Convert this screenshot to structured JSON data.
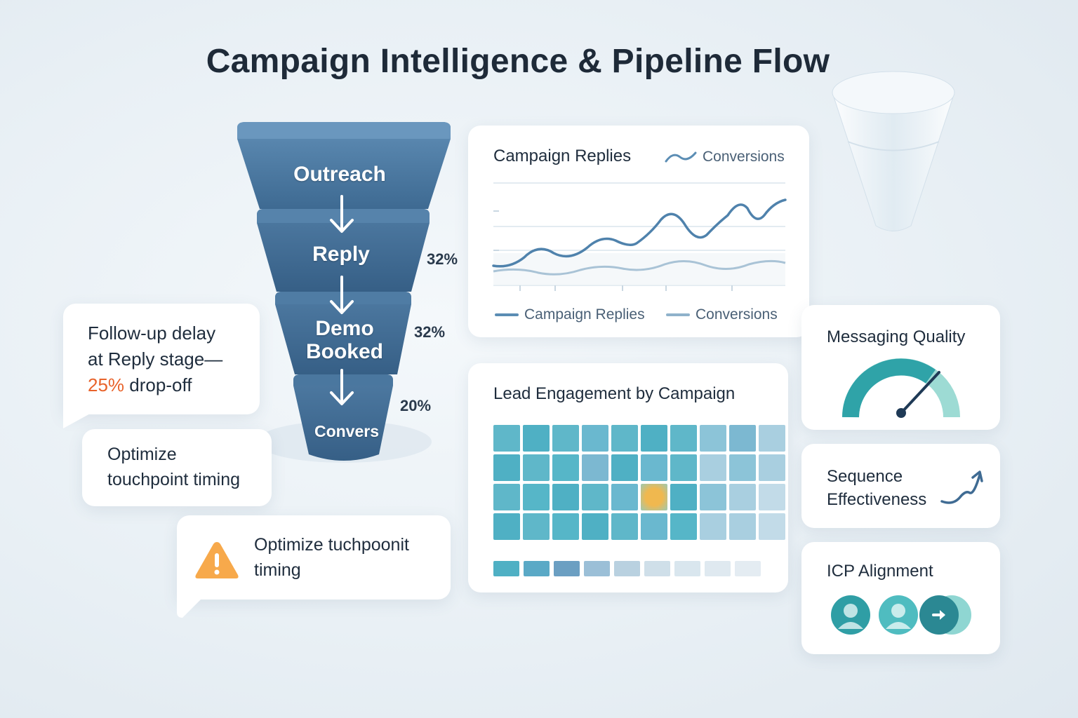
{
  "title": "Campaign Intelligence & Pipeline Flow",
  "funnel": {
    "stages": [
      {
        "label": "Outreach"
      },
      {
        "label": "Reply"
      },
      {
        "label": "Demo Booked"
      },
      {
        "label": "Convers"
      }
    ],
    "rates": [
      "32%",
      "32%",
      "20%"
    ]
  },
  "callouts": {
    "followup": {
      "line1": "Follow-up delay",
      "line2": "at Reply stage—",
      "highlight": "25%",
      "suffix": "drop-off"
    },
    "optimize": {
      "line1": "Optimize",
      "line2": "touchpoint timing"
    },
    "warning": {
      "line1": "Optimize tuchpoonit",
      "line2": "timing",
      "icon": "warning-triangle-icon"
    }
  },
  "line_chart": {
    "title": "Campaign Replies",
    "top_legend": "Conversions",
    "legend": [
      "Campaign Replies",
      "Conversions"
    ],
    "colors": {
      "replies": "#5b8db4",
      "conversions": "#a9c3d6"
    }
  },
  "heatmap": {
    "title": "Lead Engagement by Campaign",
    "hot_color": "#f0b84f"
  },
  "side_cards": {
    "messaging": {
      "title": "Messaging Quality",
      "gauge_value": 0.78
    },
    "sequence": {
      "title": "Sequence",
      "title2": "Effectiveness"
    },
    "icp": {
      "title": "ICP Alignment"
    }
  },
  "colors": {
    "funnel": "#3f6b93",
    "teal": "#2fa3a8",
    "accent": "#e8632b"
  }
}
